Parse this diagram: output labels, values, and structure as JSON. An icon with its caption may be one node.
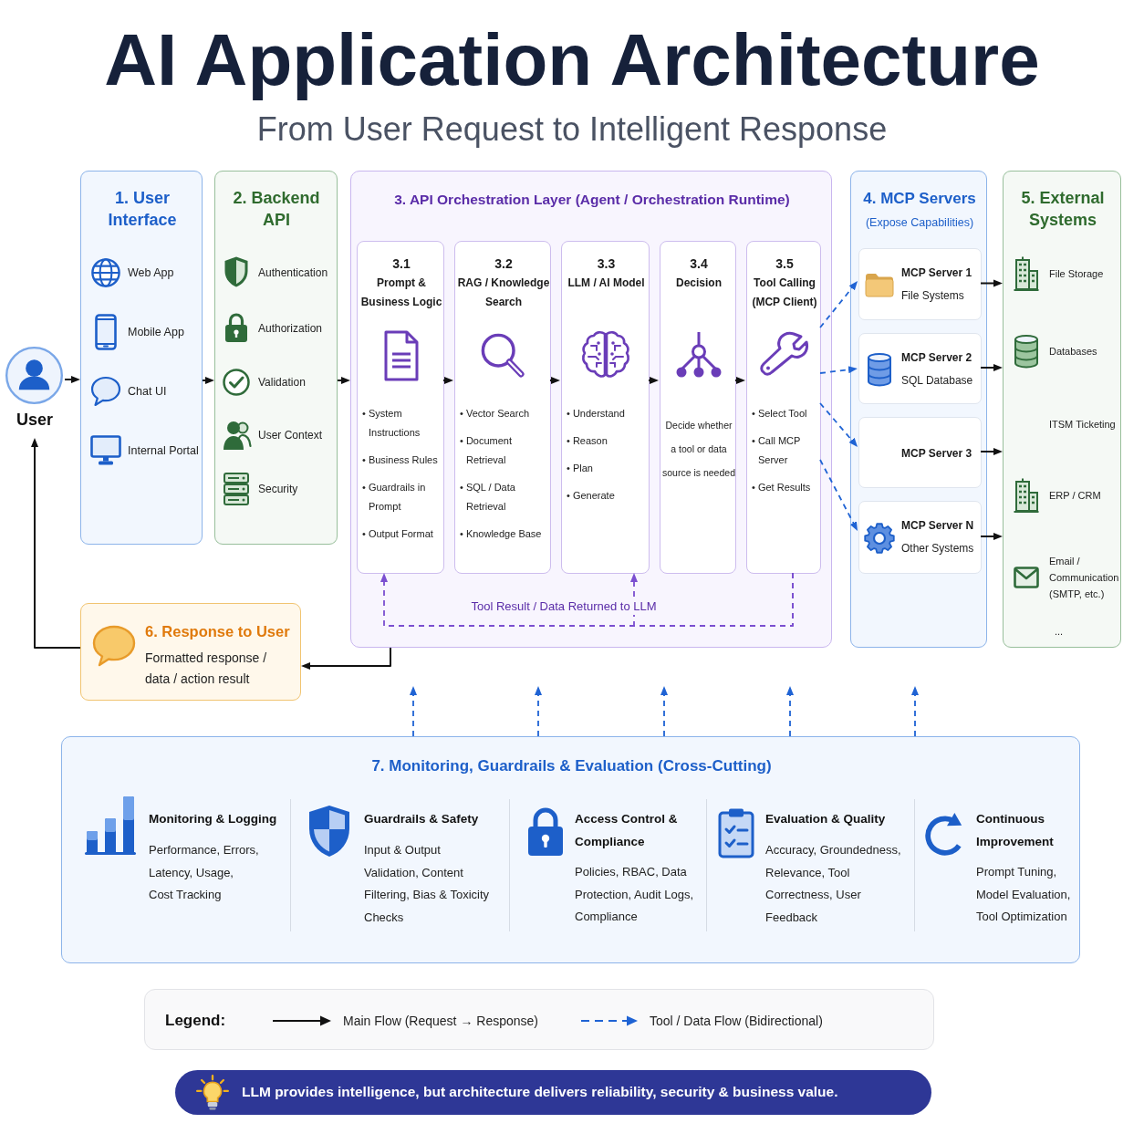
{
  "diagram": {
    "title": "AI Application Architecture",
    "nodes": [
      {
        "text": [
          "User"
        ]
      },
      {
        "text": [
          "1. User Interface",
          "Web App",
          "Mobile App",
          "Chat UI",
          "Internal Portal"
        ]
      },
      {
        "text": [
          "2. Backend API",
          "Authentication",
          "Authorization",
          "Validation",
          "User Context",
          "Security"
        ]
      },
      {
        "text": [
          "3. API Orchestration Layer (Agent / Orchestration Runtime)"
        ]
      },
      {
        "text": [
          "3.1",
          "Prompt & Business Logic",
          "• System Instructions",
          "• Business Rules",
          "• Guardrails in Prompt",
          "• Output Format"
        ],
        "in": 3
      },
      {
        "text": [
          "3.2",
          "RAG / Knowledge Search",
          "• Vector Search",
          "• Document Retrieval",
          "• SQL / Data Retrieval",
          "• Knowledge Base"
        ],
        "in": 3
      },
      {
        "text": [
          "3.3",
          "LLM / AI Model",
          "• Understand",
          "• Reason",
          "• Plan",
          "• Generate"
        ],
        "in": 3
      },
      {
        "text": [
          "3.4",
          "Decision",
          "Decide whether a tool or data source is needed"
        ],
        "in": 3
      },
      {
        "text": [
          "3.5",
          "Tool Calling (MCP Client)",
          "• Select Tool",
          "• Call MCP Server",
          "• Get Results"
        ],
        "in": 3
      },
      {
        "text": [
          "4. MCP Servers",
          "(Expose Capabilities)"
        ]
      },
      {
        "text": [
          "MCP Server 1",
          "File Systems"
        ],
        "in": 9
      },
      {
        "text": [
          "MCP Server 2",
          "SQL Database"
        ],
        "in": 9
      },
      {
        "text": [
          "MCP Server 3"
        ],
        "in": 9
      },
      {
        "text": [
          "MCP Server N",
          "Other Systems"
        ],
        "in": 9
      },
      {
        "text": [
          "5. External Systems",
          "File Storage",
          "Databases",
          "ITSM Ticketing",
          "ERP / CRM",
          "Email / Communication (SMTP, etc.)",
          "..."
        ]
      },
      {
        "text": [
          "6. Response to User",
          "Formatted response / data / action result"
        ]
      },
      {
        "text": [
          "7. Monitoring, Guardrails & Evaluation (Cross-Cutting)",
          "Monitoring & Logging",
          "Performance, Errors, Latency, Usage, Cost Tracking",
          "Guardrails & Safety",
          "Input & Output Validation, Content Filtering, Bias & Toxicity Checks",
          "Access Control & Compliance",
          "Policies, RBAC, Data Protection, Audit Logs, Compliance",
          "Evaluation & Quality",
          "Accuracy, Groundedness, Relevance, Tool Correctness, User Feedback",
          "Continuous Improvement",
          "Prompt Tuning, Model Evaluation, Tool Optimization"
        ]
      },
      {
        "text": [
          "LLM provides intelligence, but architecture delivers reliability, security & business value."
        ]
      }
    ],
    "edges": [
      {
        "from": 0,
        "to": 1,
        "arrow": "to"
      },
      {
        "from": 1,
        "to": 2,
        "arrow": "to"
      },
      {
        "from": 2,
        "to": 3,
        "arrow": "to"
      },
      {
        "from": 4,
        "to": 5,
        "arrow": "to"
      },
      {
        "from": 5,
        "to": 6,
        "arrow": "to"
      },
      {
        "from": 6,
        "to": 7,
        "arrow": "to"
      },
      {
        "from": 7,
        "to": 8,
        "arrow": "to"
      },
      {
        "from": 8,
        "to": 10,
        "arrow": "to",
        "style": "dashed",
        "color": "#1f63d4"
      },
      {
        "from": 8,
        "to": 11,
        "arrow": "to",
        "style": "dashed",
        "color": "#1f63d4"
      },
      {
        "from": 8,
        "to": 12,
        "arrow": "to",
        "style": "dashed",
        "color": "#1f63d4"
      },
      {
        "from": 8,
        "to": 13,
        "arrow": "to",
        "style": "dashed",
        "color": "#1f63d4"
      },
      {
        "from": 10,
        "to": 14,
        "arrow": "to"
      },
      {
        "from": 11,
        "to": 14,
        "arrow": "to"
      },
      {
        "from": 12,
        "to": 14,
        "arrow": "to"
      },
      {
        "from": 13,
        "to": 14,
        "arrow": "to"
      },
      {
        "from": 8,
        "to": 4,
        "arrow": "to",
        "label": "Tool Result / Data Returned to LLM",
        "style": "dashed",
        "color": "#7b4fd0"
      },
      {
        "from": 8,
        "to": 6,
        "arrow": "to",
        "style": "dashed",
        "color": "#7b4fd0"
      },
      {
        "from": 3,
        "to": 15,
        "arrow": "to"
      },
      {
        "from": 15,
        "to": 0,
        "arrow": "to"
      },
      {
        "from": 16,
        "to": null,
        "arrow": "to",
        "style": "dashed",
        "color": "#1f63d4"
      },
      {
        "from": 16,
        "to": null,
        "arrow": "to",
        "style": "dashed",
        "color": "#1f63d4"
      },
      {
        "from": 16,
        "to": null,
        "arrow": "to",
        "style": "dashed",
        "color": "#1f63d4"
      },
      {
        "from": 16,
        "to": null,
        "arrow": "to",
        "style": "dashed",
        "color": "#1f63d4"
      },
      {
        "from": 16,
        "to": null,
        "arrow": "to",
        "style": "dashed",
        "color": "#1f63d4"
      }
    ],
    "labels": [
      "From User Request to Intelligent Response",
      "Legend:"
    ],
    "legend": [
      {
        "text": "Main Flow (Request → Response)"
      },
      {
        "text": "Tool / Data Flow (Bidirectional)"
      }
    ]
  }
}
